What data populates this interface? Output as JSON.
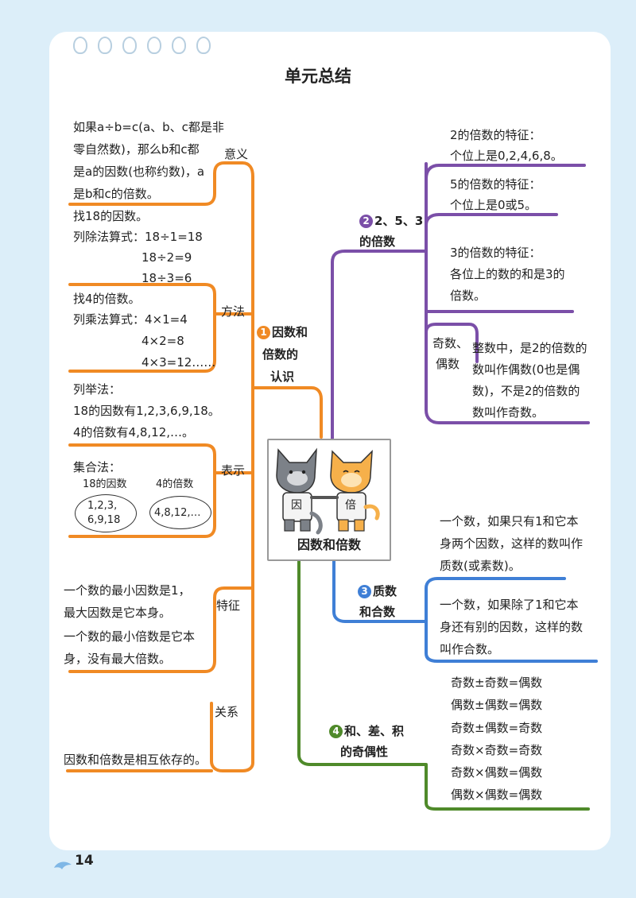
{
  "page": {
    "title": "单元总结",
    "page_number": "14"
  },
  "center": {
    "label": "因数和倍数",
    "shirt_left": "因",
    "shirt_right": "倍"
  },
  "branches": {
    "b1": {
      "num": "1",
      "line1": "因数和",
      "line2": "倍数的",
      "line3": "认识"
    },
    "b2": {
      "num": "2",
      "line1": "2、5、3",
      "line2": "的倍数"
    },
    "b3": {
      "num": "3",
      "line1": "质数",
      "line2": "和合数"
    },
    "b4": {
      "num": "4",
      "line1": "和、差、积",
      "line2": "的奇偶性"
    }
  },
  "left": {
    "meaning_label": "意义",
    "meaning": [
      "如果a÷b=c(a、b、c都是非",
      "零自然数)，那么b和c都",
      "是a的因数(也称约数)，a",
      "是b和c的倍数。"
    ],
    "method_label": "方法",
    "factor_find": [
      "找18的因数。",
      "列除法算式：18÷1=18",
      "18÷2=9",
      "18÷3=6"
    ],
    "multiple_find": [
      "找4的倍数。",
      "列乘法算式：4×1=4",
      "4×2=8",
      "4×3=12……"
    ],
    "repr_label": "表示",
    "listing": [
      "列举法：",
      "18的因数有1,2,3,6,9,18。",
      "4的倍数有4,8,12,…。"
    ],
    "set_method": "集合法：",
    "set_factor_title": "18的因数",
    "set_multiple_title": "4的倍数",
    "set_factor_line1": "1,2,3,",
    "set_factor_line2": "6,9,18",
    "set_multiple_values": "4,8,12,…",
    "feature_label": "特征",
    "feature": [
      "一个数的最小因数是1，",
      "最大因数是它本身。",
      "一个数的最小倍数是它本",
      "身，没有最大倍数。"
    ],
    "relation_label": "关系",
    "relation": "因数和倍数是相互依存的。"
  },
  "right": {
    "two": [
      "2的倍数的特征：",
      "个位上是0,2,4,6,8。"
    ],
    "five": [
      "5的倍数的特征：",
      "个位上是0或5。"
    ],
    "three": [
      "3的倍数的特征：",
      "各位上的数的和是3的",
      "倍数。"
    ],
    "oddeven_label1": "奇数、",
    "oddeven_label2": "偶数",
    "oddeven": [
      "整数中，是2的倍数的",
      "数叫作偶数(0也是偶",
      "数)，不是2的倍数的",
      "数叫作奇数。"
    ],
    "prime": [
      "一个数，如果只有1和它本",
      "身两个因数，这样的数叫作",
      "质数(或素数)。"
    ],
    "composite": [
      "一个数，如果除了1和它本",
      "身还有别的因数，这样的数",
      "叫作合数。"
    ],
    "parity": [
      "奇数±奇数=偶数",
      "偶数±偶数=偶数",
      "奇数±偶数=奇数",
      "奇数×奇数=奇数",
      "奇数×偶数=偶数",
      "偶数×偶数=偶数"
    ]
  },
  "colors": {
    "orange": "#f08a24",
    "purple": "#7b4fa8",
    "blue": "#3f7fd6",
    "green": "#4f8a2a"
  }
}
